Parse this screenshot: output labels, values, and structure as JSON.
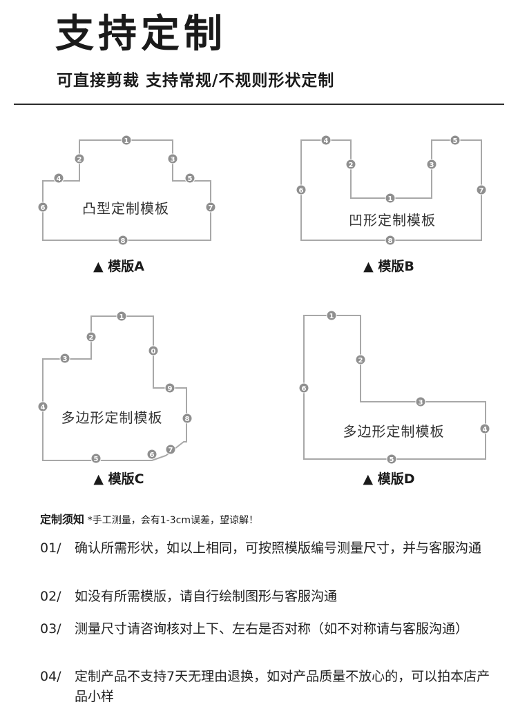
{
  "header": {
    "title": "支持定制",
    "subtitle": "可直接剪裁 支持常规/不规则形状定制"
  },
  "templates": {
    "a": {
      "shape_name": "凸型定制模板",
      "caption": "▲ 模版A",
      "points": [
        "1",
        "2",
        "3",
        "4",
        "5",
        "6",
        "7",
        "8"
      ]
    },
    "b": {
      "shape_name": "凹形定制模板",
      "caption": "▲ 模版B",
      "points": [
        "1",
        "2",
        "3",
        "4",
        "5",
        "6",
        "7",
        "8"
      ]
    },
    "c": {
      "shape_name": "多边形定制模板",
      "caption": "▲ 模版C",
      "points": [
        "1",
        "2",
        "3",
        "4",
        "5",
        "6",
        "7",
        "8",
        "9",
        "0"
      ]
    },
    "d": {
      "shape_name": "多边形定制模板",
      "caption": "▲ 模版D",
      "points": [
        "1",
        "2",
        "3",
        "4",
        "5",
        "6"
      ]
    }
  },
  "notice": {
    "heading": "定制须知",
    "note": "*手工测量，会有1-3cm误差，望谅解！",
    "items": [
      {
        "num": "01/",
        "text": "确认所需形状，如以上相同，可按照模版编号测量尺寸，并与客服沟通"
      },
      {
        "num": "02/",
        "text": "如没有所需模版，请自行绘制图形与客服沟通"
      },
      {
        "num": "03/",
        "text": "测量尺寸请咨询核对上下、左右是否对称（如不对称请与客服沟通）"
      },
      {
        "num": "04/",
        "text": "定制产品不支持7天无理由退换，如对产品质量不放心的，可以拍本店产品小样"
      }
    ]
  },
  "colors": {
    "outline": "#a8a8a8",
    "marker": "#8f8f8f",
    "marker_text": "#ffffff",
    "rule": "#2b2b2b"
  }
}
